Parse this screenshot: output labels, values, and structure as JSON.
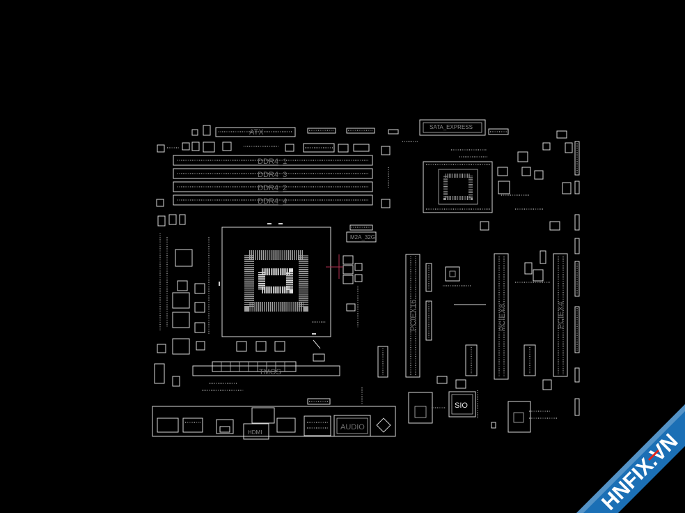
{
  "board": {
    "atx_label": "ATX",
    "sata_express_label": "SATA_EXPRESS",
    "ddr_labels": [
      "DDR4_1",
      "DDR4_3",
      "DDR4_2",
      "DDR4_4"
    ],
    "m2_label": "M2A_32G",
    "pcie_x16_label": "PCIEX16",
    "pcie_x8_label": "PCIEX8",
    "pcie_x4_label": "PCIEX4",
    "sio_label": "SIO",
    "audio_label": "AUDIO",
    "hdmi_label": "HDMI",
    "tmos_label": "TMOS"
  },
  "watermark": {
    "text": "HNFIX.VN",
    "background_color": "#1b6fb5",
    "text_color": "#ffffff",
    "accent_color": "#e2231a"
  },
  "colors": {
    "background": "#000000",
    "outline": "#d8d8d8"
  }
}
